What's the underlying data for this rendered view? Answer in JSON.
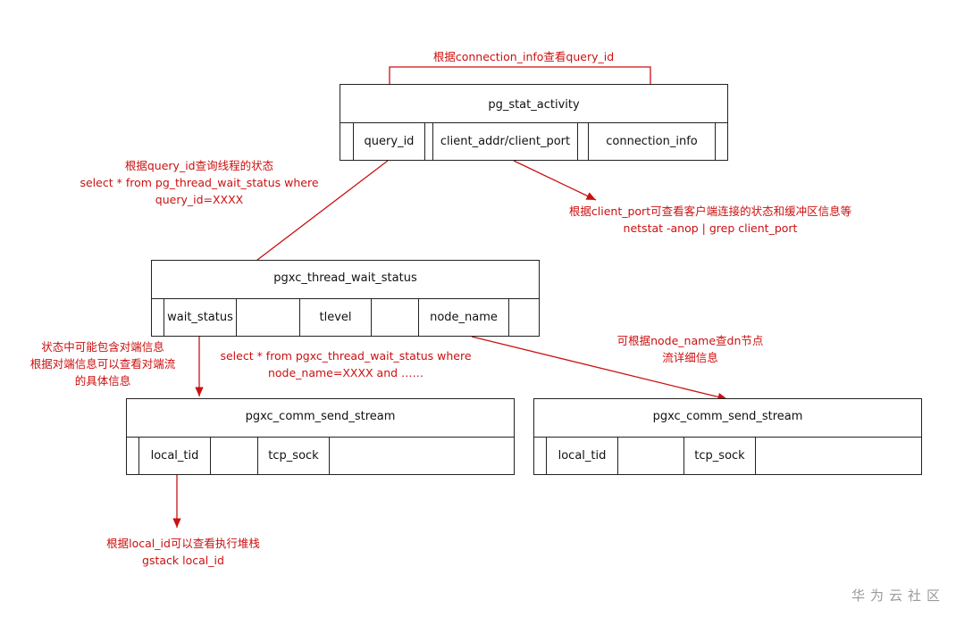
{
  "tables": {
    "activity": {
      "title": "pg_stat_activity",
      "fields": [
        "query_id",
        "client_addr/client_port",
        "connection_info"
      ]
    },
    "wait": {
      "title": "pgxc_thread_wait_status",
      "fields": [
        "wait_status",
        "tlevel",
        "node_name"
      ]
    },
    "stream_left": {
      "title": "pgxc_comm_send_stream",
      "fields": [
        "local_tid",
        "tcp_sock"
      ]
    },
    "stream_right": {
      "title": "pgxc_comm_send_stream",
      "fields": [
        "local_tid",
        "tcp_sock"
      ]
    }
  },
  "notes": {
    "top": [
      "根据connection_info查看query_id"
    ],
    "query": [
      "根据query_id查询线程的状态",
      "select * from pg_thread_wait_status where",
      "query_id=XXXX"
    ],
    "client": [
      "根据client_port可查看客户端连接的状态和缓冲区信息等",
      "netstat -anop | grep client_port"
    ],
    "peer": [
      "状态中可能包含对端信息",
      "根据对端信息可以查看对端流",
      "的具体信息"
    ],
    "select_node": [
      "select * from pgxc_thread_wait_status where",
      "node_name=XXXX and ……"
    ],
    "node": [
      "可根据node_name查dn节点",
      "流详细信息"
    ],
    "stack": [
      "根据local_id可以查看执行堆栈",
      "gstack local_id"
    ]
  },
  "colors": {
    "arrow": "#cc1010",
    "note_text": "#cc1010",
    "border": "#222222",
    "watermark": "#9a9a9a"
  },
  "watermark": "华为云社区"
}
